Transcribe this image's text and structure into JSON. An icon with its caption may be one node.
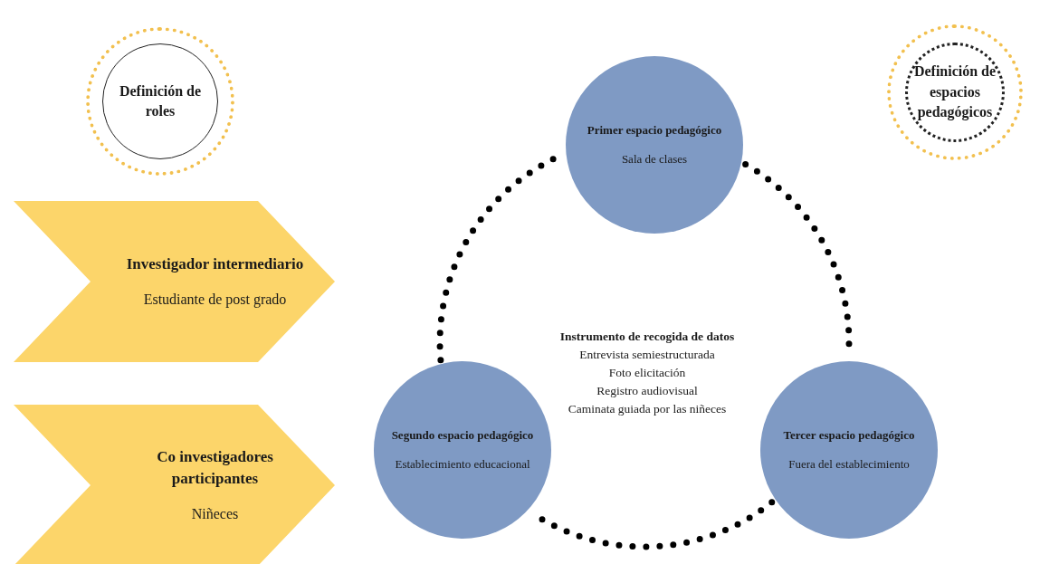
{
  "diagram": {
    "nodes": [
      {
        "text": [
          "Definición de roles"
        ]
      },
      {
        "text": [
          "Investigador intermediario",
          "Estudiante de post grado"
        ]
      },
      {
        "text": [
          "Co investigadores participantes",
          "Niñeces"
        ]
      },
      {
        "text": [
          "Definición de espacios pedagógicos"
        ]
      },
      {
        "text": [
          "Primer espacio pedagógico",
          "Sala de clases"
        ]
      },
      {
        "text": [
          "Segundo espacio pedagógico",
          "Establecimiento educacional"
        ]
      },
      {
        "text": [
          "Tercer espacio pedagógico",
          "Fuera del establecimiento"
        ]
      }
    ],
    "edges": [
      {
        "from": 4,
        "to": 6,
        "arrow": "none",
        "style": "dashed"
      },
      {
        "from": 6,
        "to": 5,
        "arrow": "none",
        "style": "dashed"
      },
      {
        "from": 5,
        "to": 4,
        "arrow": "none",
        "style": "dashed"
      }
    ],
    "labels": [
      "Instrumento de recogida de datos",
      "Entrevista semiestructurada",
      "Foto elicitación",
      "Registro audiovisual",
      "Caminata guiada por las niñeces"
    ]
  }
}
